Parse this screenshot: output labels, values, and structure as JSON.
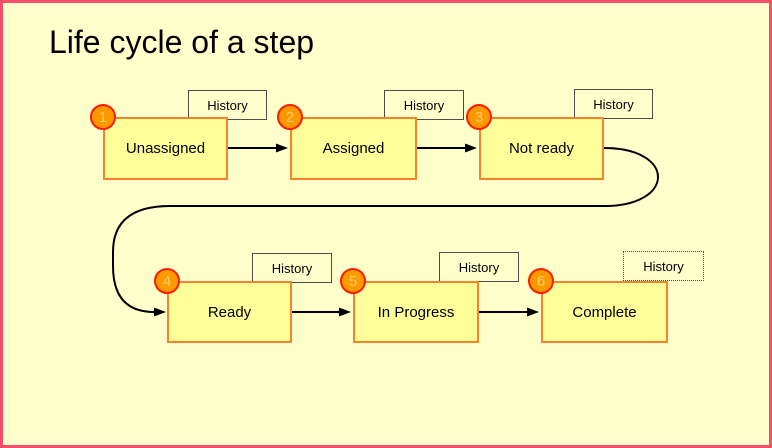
{
  "title": "Life cycle of a step",
  "history_label": "History",
  "steps": [
    {
      "number": "1",
      "label": "Unassigned"
    },
    {
      "number": "2",
      "label": "Assigned"
    },
    {
      "number": "3",
      "label": "Not ready"
    },
    {
      "number": "4",
      "label": "Ready"
    },
    {
      "number": "5",
      "label": "In Progress"
    },
    {
      "number": "6",
      "label": "Complete"
    }
  ],
  "flow": [
    "Unassigned -> Assigned",
    "Assigned -> Not ready",
    "Not ready -> Ready (curved connector)",
    "Ready -> In Progress",
    "In Progress -> Complete"
  ],
  "colors": {
    "page_background": "#FFFFCC",
    "page_border": "#F4506C",
    "box_fill": "#FFFF99",
    "box_border": "#F8822B",
    "badge_fill": "#FF9900",
    "badge_border": "#FF1A00",
    "badge_text": "#FFCC66",
    "history_border": "#4D4D4D",
    "arrow": "#000000",
    "text": "#000000"
  },
  "notes": {
    "history_box_complete_style": "dotted border"
  }
}
